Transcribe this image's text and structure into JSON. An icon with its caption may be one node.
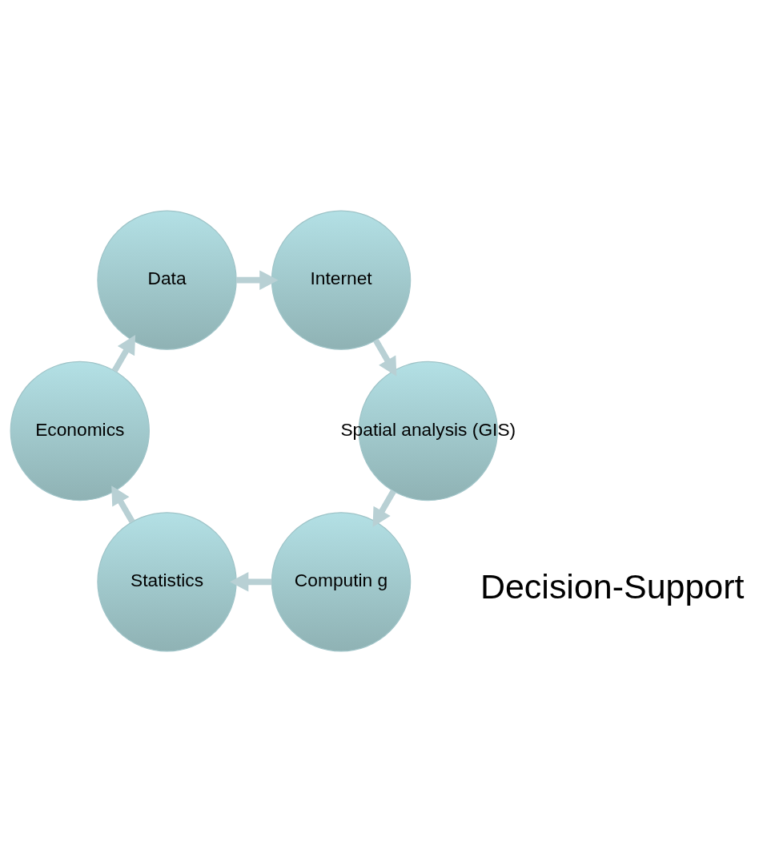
{
  "diagram": {
    "nodes": [
      {
        "text": [
          "Computin g"
        ]
      },
      {
        "text": [
          "Statistics"
        ]
      },
      {
        "text": [
          "Economics"
        ]
      },
      {
        "text": [
          "Data"
        ]
      },
      {
        "text": [
          "Internet"
        ]
      },
      {
        "text": [
          "Spatial analysis (GIS)"
        ]
      }
    ],
    "edges": [
      {
        "from": 5,
        "to": 0,
        "arrow": "to"
      },
      {
        "from": 0,
        "to": 1,
        "arrow": "to"
      },
      {
        "from": 1,
        "to": 2,
        "arrow": "to"
      },
      {
        "from": 2,
        "to": 3,
        "arrow": "to"
      },
      {
        "from": 3,
        "to": 4,
        "arrow": "to"
      },
      {
        "from": 4,
        "to": 5,
        "arrow": "to"
      }
    ],
    "labels": [
      "Decision-Support"
    ]
  }
}
